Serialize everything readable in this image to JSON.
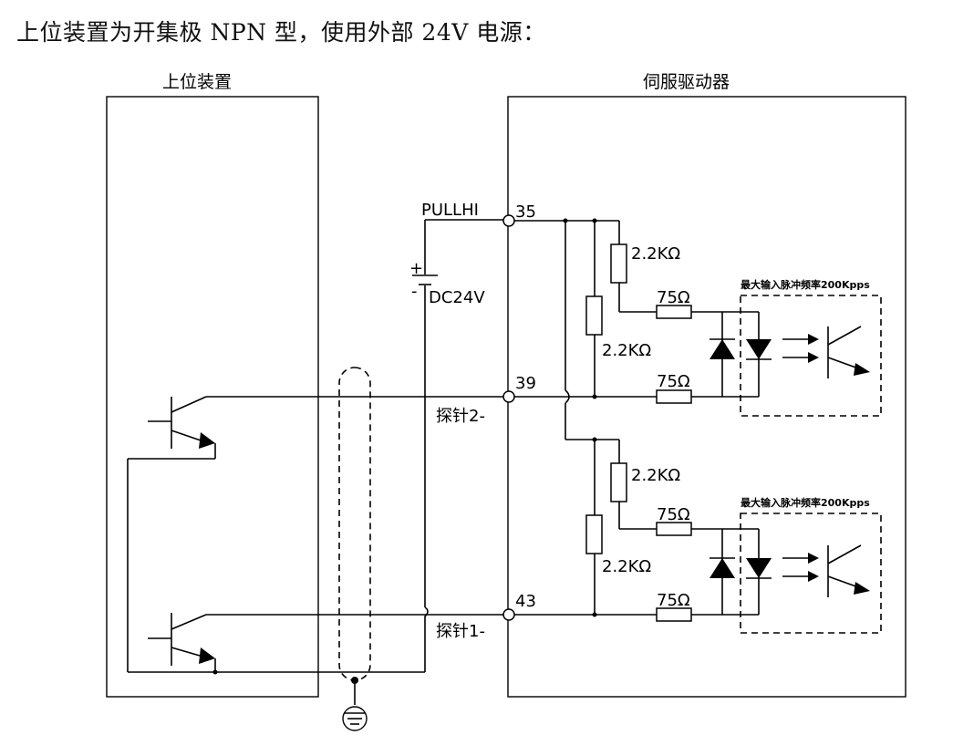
{
  "title": "上位装置为开集极 NPN 型，使用外部 24V 电源：",
  "blocks": {
    "controller": "上位装置",
    "drive": "伺服驱动器"
  },
  "terminals": {
    "pullhi": {
      "name": "PULLHI",
      "pin": "35"
    },
    "probe2": {
      "name": "探针2-",
      "pin": "39"
    },
    "probe1": {
      "name": "探针1-",
      "pin": "43"
    }
  },
  "supply": {
    "plus": "+",
    "minus": "-",
    "label": "DC24V"
  },
  "resistors": {
    "r_upper_1": "2.2KΩ",
    "r_upper_2": "2.2KΩ",
    "r_upper_3": "75Ω",
    "r_upper_4": "75Ω",
    "r_lower_1": "2.2KΩ",
    "r_lower_2": "2.2KΩ",
    "r_lower_3": "75Ω",
    "r_lower_4": "75Ω"
  },
  "optocoupler": {
    "upper_note": "最大输入脉冲频率200Kpps",
    "lower_note": "最大输入脉冲频率200Kpps"
  }
}
